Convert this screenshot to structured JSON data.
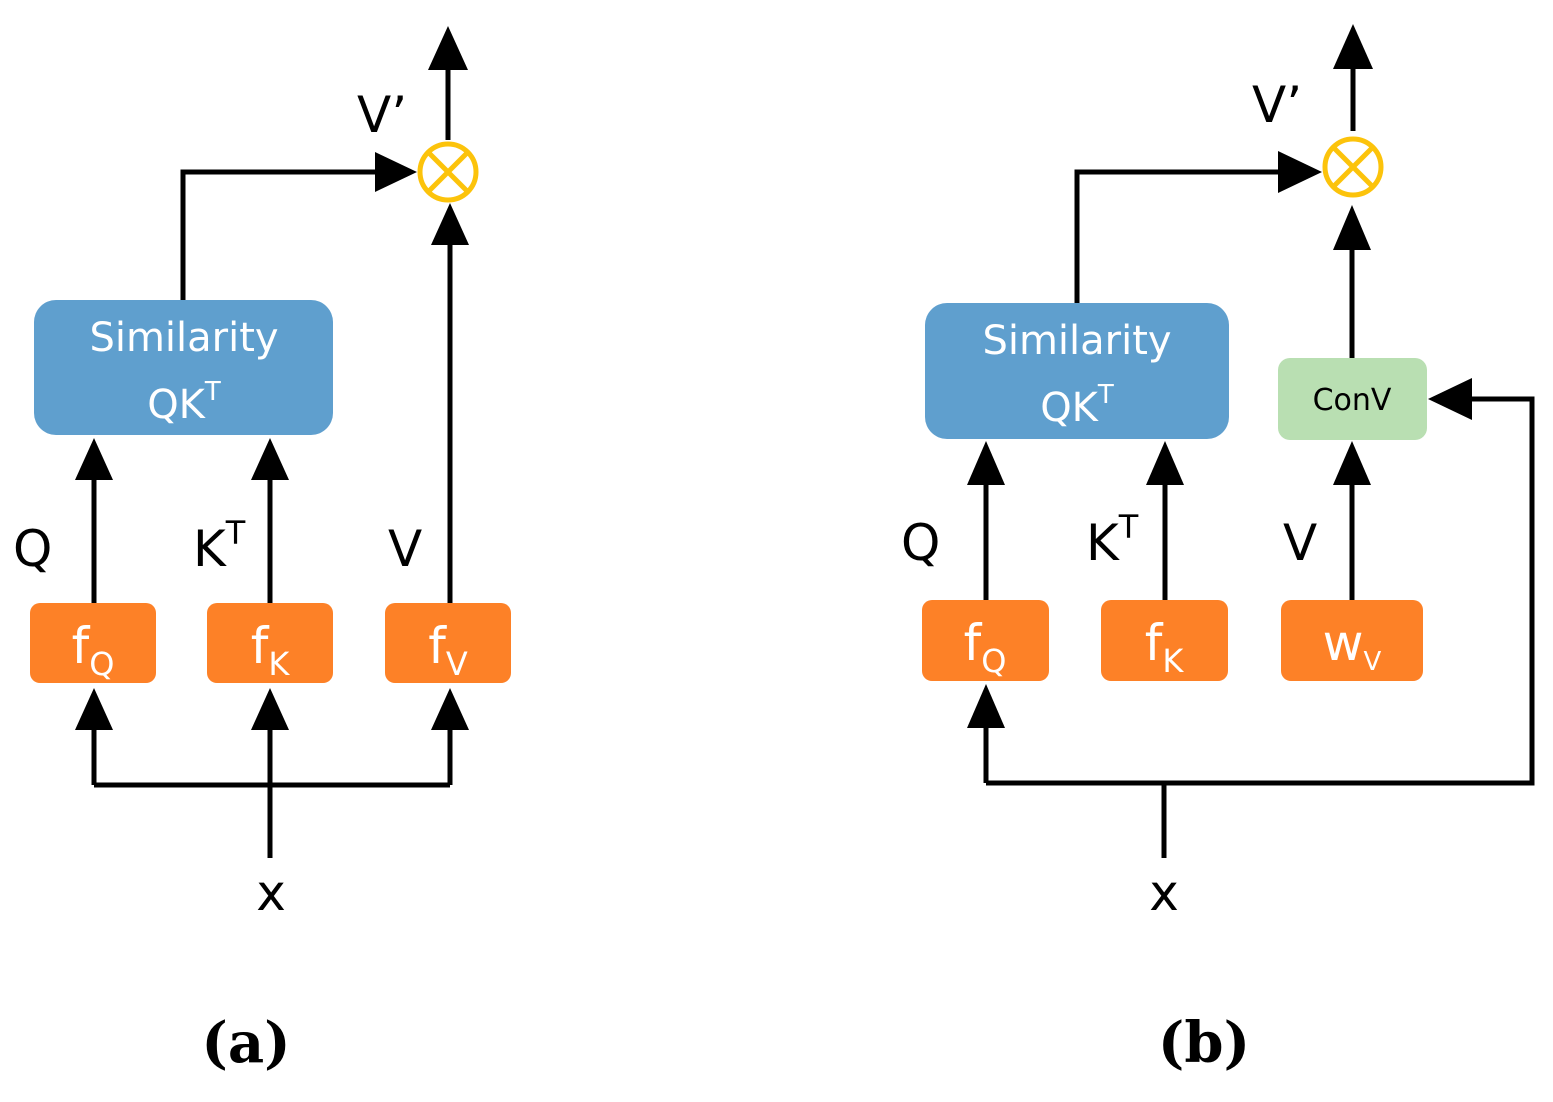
{
  "colors": {
    "similarity_fill": "#5f9fce",
    "f_box_fill": "#fd8127",
    "conv_fill": "#b9dfb2",
    "multiply_ring": "#fcc30b",
    "line": "#000000"
  },
  "panel_a": {
    "caption": "(a)",
    "similarity_title": "Similarity",
    "similarity_formula": "QK",
    "similarity_formula_sup": "T",
    "q_label": "Q",
    "k_label": "K",
    "k_label_sup": "T",
    "v_label": "V",
    "v_prime_label": "V’",
    "x_label": "x",
    "fq_main": "f",
    "fq_sub": "Q",
    "fk_main": "f",
    "fk_sub": "K",
    "fv_main": "f",
    "fv_sub": "V",
    "multiply_icon": "circled-times-icon"
  },
  "panel_b": {
    "caption": "(b)",
    "similarity_title": "Similarity",
    "similarity_formula": "QK",
    "similarity_formula_sup": "T",
    "q_label": "Q",
    "k_label": "K",
    "k_label_sup": "T",
    "v_label": "V",
    "v_prime_label": "V’",
    "x_label": "x",
    "fq_main": "f",
    "fq_sub": "Q",
    "fk_main": "f",
    "fk_sub": "K",
    "wv_main": "w",
    "wv_sub": "V",
    "conv_label": "ConV",
    "multiply_icon": "circled-times-icon"
  }
}
